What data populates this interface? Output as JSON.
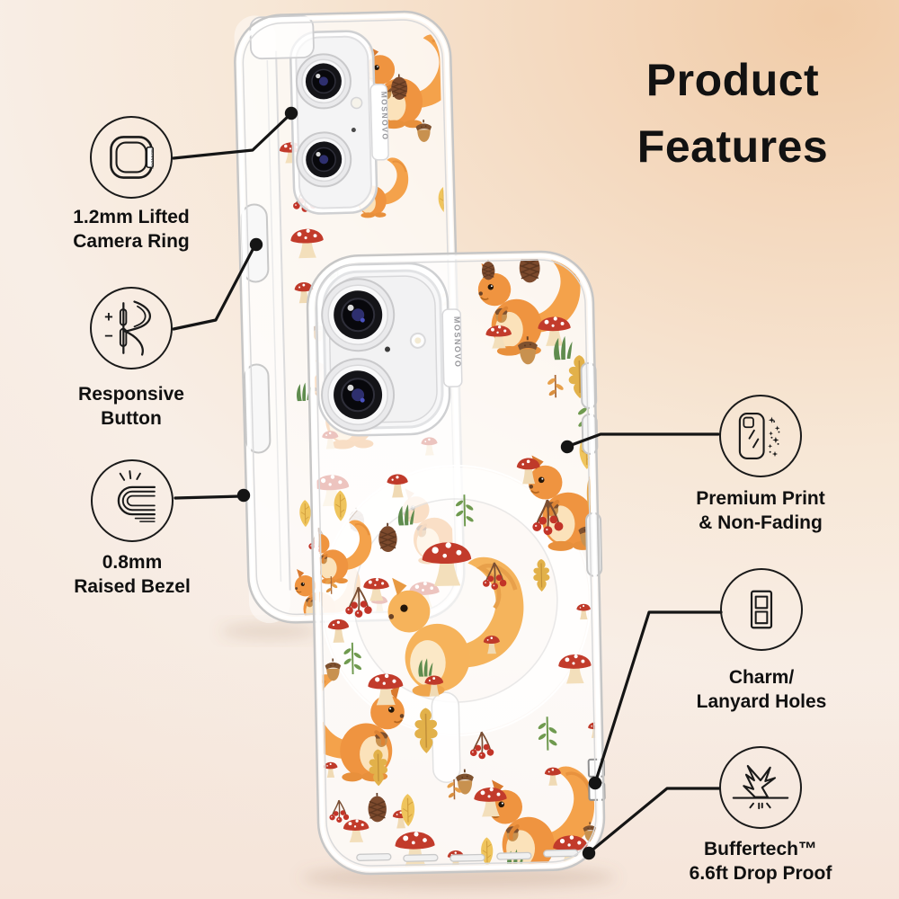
{
  "title": {
    "line1": "Product",
    "line2": "Features"
  },
  "brand": "MOSNOVO",
  "callouts": {
    "camera_ring": {
      "line1": "1.2mm Lifted",
      "line2": "Camera Ring"
    },
    "responsive_button": {
      "line1": "Responsive",
      "line2": "Button"
    },
    "raised_bezel": {
      "line1": "0.8mm",
      "line2": "Raised Bezel"
    },
    "premium_print": {
      "line1": "Premium Print",
      "line2": "& Non-Fading"
    },
    "lanyard_holes": {
      "line1": "Charm/",
      "line2": "Lanyard Holes"
    },
    "drop_proof": {
      "line1": "Buffertech™",
      "line2": "6.6ft Drop Proof"
    }
  },
  "icon_glyphs": {
    "plus": "+",
    "minus": "−"
  },
  "colors": {
    "background_peach": "#f1cca8",
    "background_cream": "#f8eee6",
    "outline": "#1a1a1a",
    "text": "#101010",
    "squirrel_orange": "#EF9440",
    "mushroom_red": "#C23B2B",
    "leaf_mustard": "#E2B14A",
    "sprig_green": "#6F9A4F",
    "acorn_brown": "#7E512F"
  }
}
